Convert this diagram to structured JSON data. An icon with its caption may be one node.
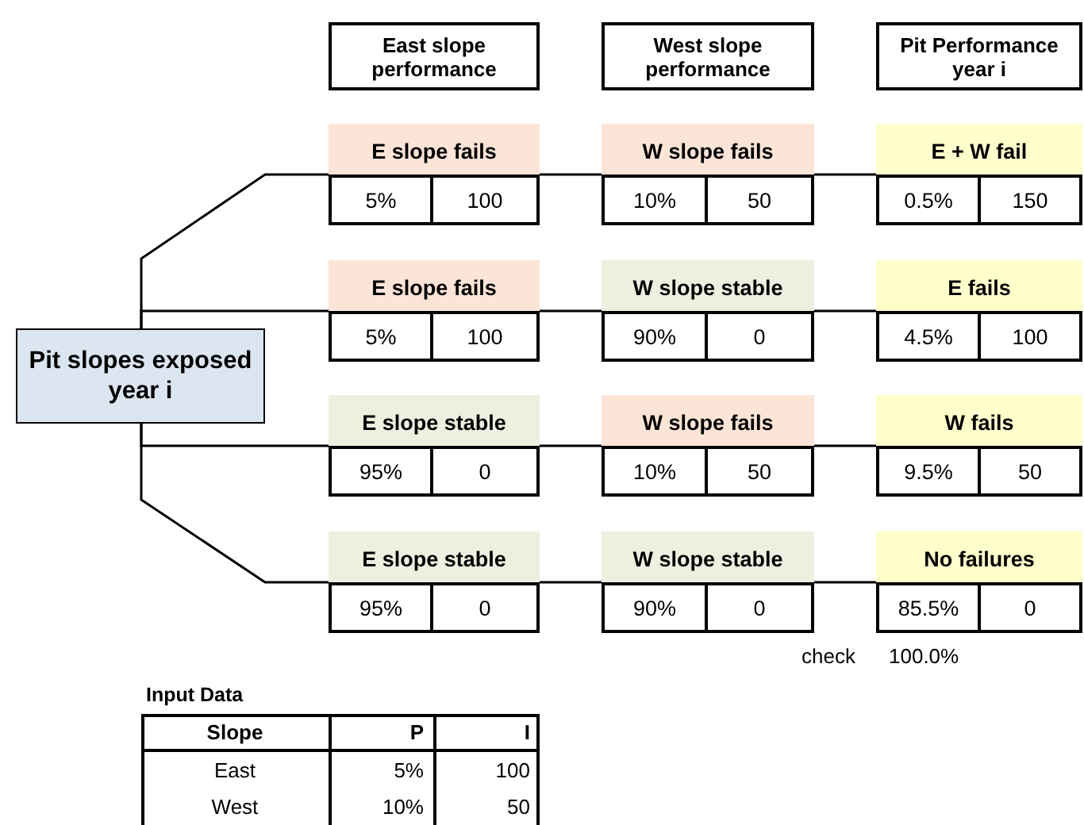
{
  "diagram": {
    "nodes": [
      {
        "text": [
          "Pit slopes exposed year i"
        ]
      },
      {
        "text": [
          "East slope performance"
        ]
      },
      {
        "text": [
          "West slope performance"
        ]
      },
      {
        "text": [
          "Pit Performance year i"
        ]
      },
      {
        "text": [
          "E slope fails",
          "5%",
          "100"
        ]
      },
      {
        "text": [
          "W slope fails",
          "10%",
          "50"
        ]
      },
      {
        "text": [
          "E + W fail",
          "0.5%",
          "150"
        ]
      },
      {
        "text": [
          "E slope fails",
          "5%",
          "100"
        ]
      },
      {
        "text": [
          "W slope stable",
          "90%",
          "0"
        ]
      },
      {
        "text": [
          "E fails",
          "4.5%",
          "100"
        ]
      },
      {
        "text": [
          "E slope stable",
          "95%",
          "0"
        ]
      },
      {
        "text": [
          "W slope fails",
          "10%",
          "50"
        ]
      },
      {
        "text": [
          "W fails",
          "9.5%",
          "50"
        ]
      },
      {
        "text": [
          "E slope stable",
          "95%",
          "0"
        ]
      },
      {
        "text": [
          "W slope stable",
          "90%",
          "0"
        ]
      },
      {
        "text": [
          "No failures",
          "85.5%",
          "0"
        ]
      }
    ],
    "edges": [
      {
        "from": 0,
        "to": 4,
        "arrow": "none"
      },
      {
        "from": 4,
        "to": 5,
        "arrow": "none"
      },
      {
        "from": 5,
        "to": 6,
        "arrow": "none"
      },
      {
        "from": 0,
        "to": 7,
        "arrow": "none"
      },
      {
        "from": 7,
        "to": 8,
        "arrow": "none"
      },
      {
        "from": 8,
        "to": 9,
        "arrow": "none"
      },
      {
        "from": 0,
        "to": 10,
        "arrow": "none"
      },
      {
        "from": 10,
        "to": 11,
        "arrow": "none"
      },
      {
        "from": 11,
        "to": 12,
        "arrow": "none"
      },
      {
        "from": 0,
        "to": 13,
        "arrow": "none"
      },
      {
        "from": 13,
        "to": 14,
        "arrow": "none"
      },
      {
        "from": 14,
        "to": 15,
        "arrow": "none"
      }
    ],
    "labels": [
      "check",
      "100.0%",
      "Input Data",
      "Slope",
      "P",
      "I",
      "East",
      "5%",
      "100",
      "West",
      "10%",
      "50"
    ]
  }
}
